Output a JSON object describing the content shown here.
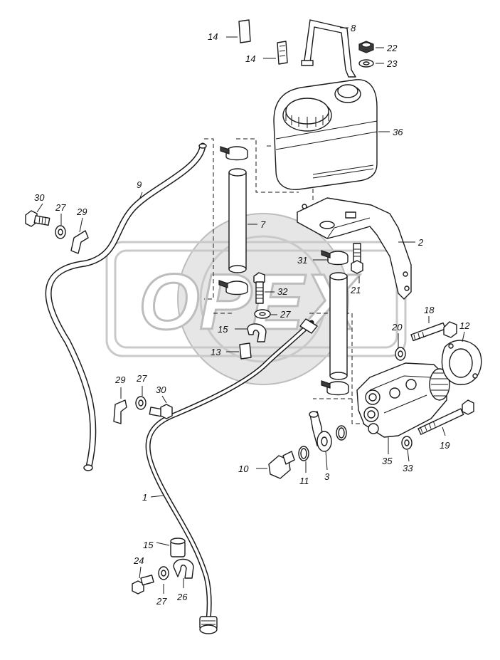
{
  "watermark": {
    "text": "OPEX"
  },
  "labels": {
    "l1": "1",
    "l2": "2",
    "l3": "3",
    "l7": "7",
    "l8": "8",
    "l9": "9",
    "l10": "10",
    "l11": "11",
    "l12": "12",
    "l13": "13",
    "l14a": "14",
    "l14b": "14",
    "l15a": "15",
    "l15b": "15",
    "l18": "18",
    "l19": "19",
    "l20": "20",
    "l21": "21",
    "l22": "22",
    "l23": "23",
    "l24": "24",
    "l26": "26",
    "l27a": "27",
    "l27b": "27",
    "l27c": "27",
    "l27d": "27",
    "l29a": "29",
    "l29b": "29",
    "l30a": "30",
    "l30b": "30",
    "l31": "31",
    "l32": "32",
    "l33": "33",
    "l35": "35",
    "l36": "36"
  }
}
